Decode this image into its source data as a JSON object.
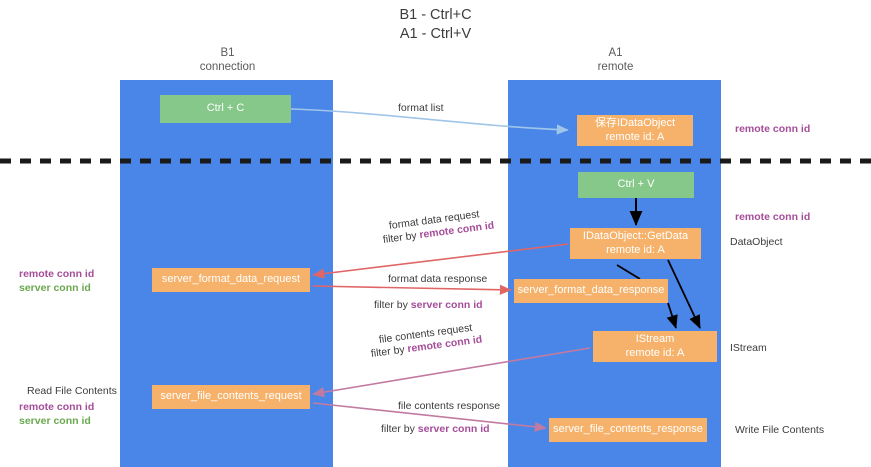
{
  "title": "B1 - Ctrl+C\nA1 - Ctrl+V",
  "columns": {
    "b1": "B1\nconnection",
    "a1": "A1\nremote"
  },
  "nodes": {
    "ctrl_c": "Ctrl + C",
    "idataobject_remote": "保存IDataObject\nremote id: A",
    "ctrl_v": "Ctrl + V",
    "getdata": "IDataObject::GetData\nremote id: A",
    "server_format_data_response": "server_format_data_response",
    "server_format_data_request": "server_format_data_request",
    "istream": "IStream\nremote id: A",
    "server_file_contents_request": "server_file_contents_request",
    "server_file_contents_response": "server_file_contents_response"
  },
  "edges": {
    "format_list": "format list",
    "format_data_request": "format data request",
    "filter_by_label": "filter by ",
    "remote_conn_id": "remote conn id",
    "server_conn_id": "server conn id",
    "format_data_response": "format data response",
    "file_contents_request": "file contents request",
    "file_contents_response": "file contents response"
  },
  "annotations": {
    "remote_conn_id": "remote conn id",
    "server_conn_id": "server conn id",
    "dataobject": "DataObject",
    "istream": "IStream",
    "read_file_contents": "Read File Contents",
    "write_file_contents": "Write File Contents"
  },
  "colors": {
    "lane": "#4a86e8",
    "green_node": "#85c88a",
    "orange_node": "#f6b26b",
    "purple_text": "#a64d9a",
    "green_text": "#6aa84f",
    "red_arrow": "#e06666",
    "magenta_arrow": "#c27ba0",
    "blue_arrow": "#9fc5e8",
    "black_arrow": "#000000"
  }
}
